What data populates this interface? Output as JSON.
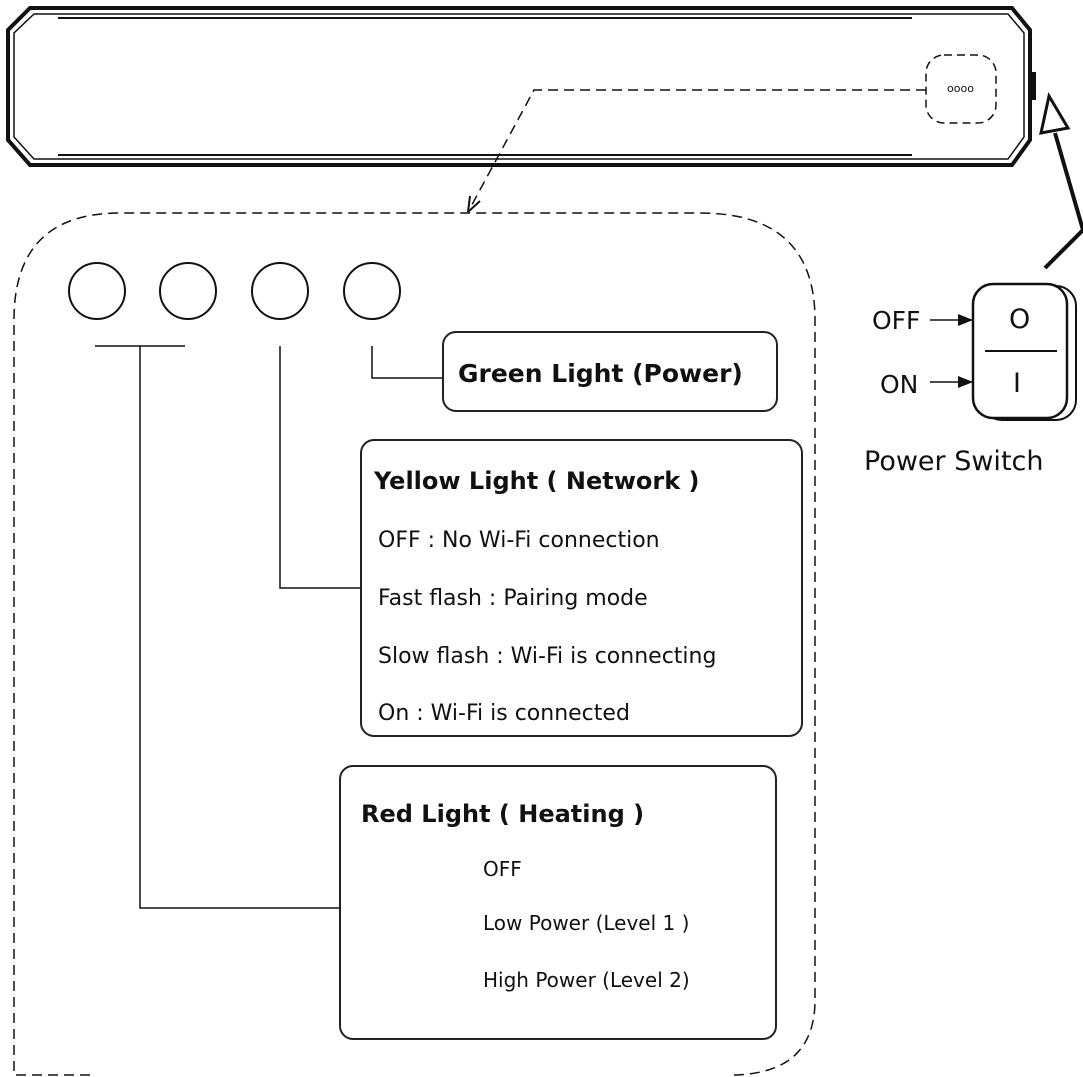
{
  "device": {
    "indicator_glyph": "oooo"
  },
  "green_light": {
    "title": "Green Light (Power)"
  },
  "yellow_light": {
    "title": "Yellow Light ( Network )",
    "states": [
      "OFF : No Wi-Fi connection",
      "Fast flash : Pairing mode",
      "Slow flash : Wi-Fi is connecting",
      "On : Wi-Fi is connected"
    ]
  },
  "red_light": {
    "title": "Red Light ( Heating )",
    "states": [
      "OFF",
      "Low Power (Level 1 )",
      "High Power (Level 2)"
    ]
  },
  "power_switch": {
    "off_label": "OFF",
    "on_label": "ON",
    "off_symbol": "O",
    "on_symbol": "I",
    "caption": "Power Switch"
  }
}
